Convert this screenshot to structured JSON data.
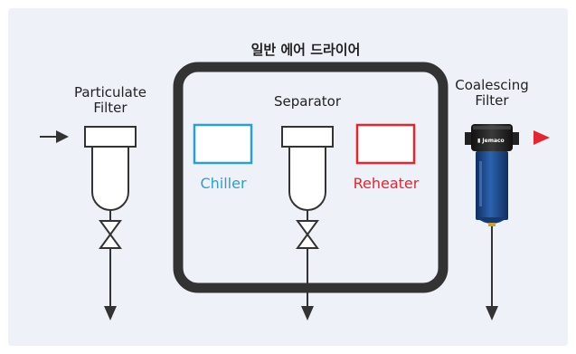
{
  "diagram": {
    "title": "일반 에어 드라이어",
    "components": {
      "particulate_filter": "Particulate\nFilter",
      "separator": "Separator",
      "chiller": "Chiller",
      "reheater": "Reheater",
      "coalescing_filter": "Coalescing\nFilter",
      "coalescing_brand": "Jemaco"
    },
    "colors": {
      "outline": "#333333",
      "chiller": "#2a9fd6",
      "reheater": "#e3262f",
      "flow_arrow": "#e3262f",
      "filter_body": "#1e4a8a",
      "background": "#eef1f7"
    }
  }
}
